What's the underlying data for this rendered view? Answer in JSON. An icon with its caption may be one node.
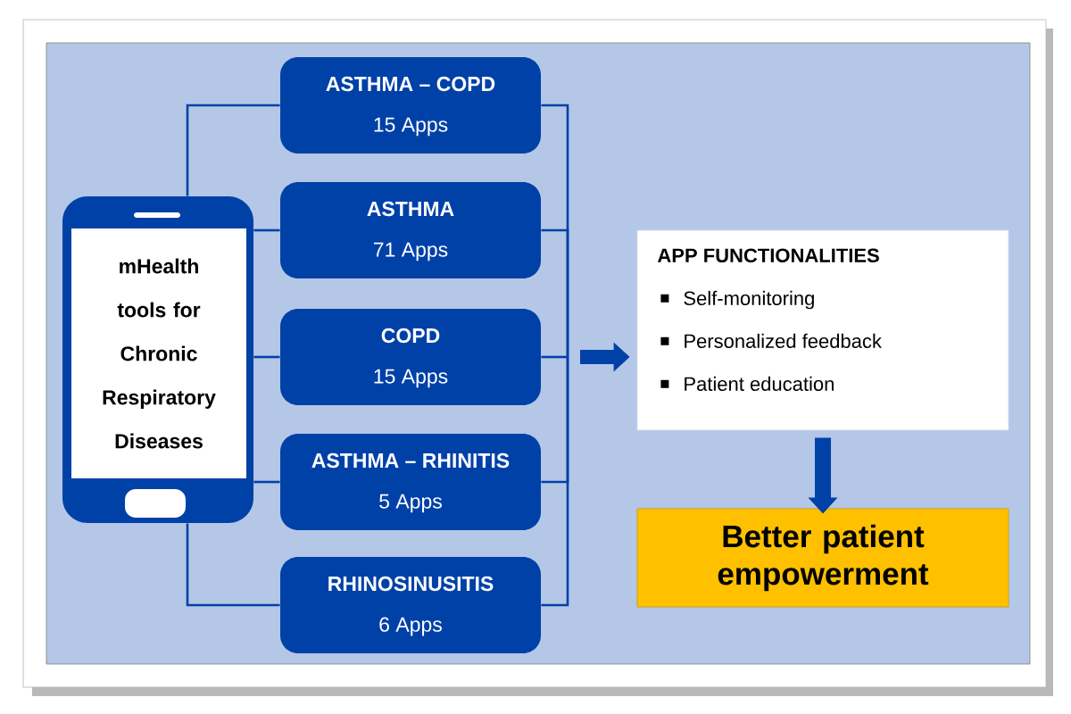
{
  "diagram": {
    "nodes": [
      {
        "text": [
          "mHealth tools for Chronic Respiratory Diseases"
        ]
      },
      {
        "text": [
          "ASTHMA – COPD",
          "15 Apps"
        ]
      },
      {
        "text": [
          "ASTHMA",
          "71 Apps"
        ]
      },
      {
        "text": [
          "COPD",
          "15 Apps"
        ]
      },
      {
        "text": [
          "ASTHMA – RHINITIS",
          "5 Apps"
        ]
      },
      {
        "text": [
          "RHINOSINUSITIS",
          "6 Apps"
        ]
      },
      {
        "text": [
          "APP FUNCTIONALITIES",
          "Self-monitoring",
          "Personalized feedback",
          "Patient education"
        ]
      },
      {
        "text": [
          "Better patient empowerment"
        ]
      }
    ],
    "edges": [
      {
        "from": 0,
        "to": 1,
        "arrow": "none"
      },
      {
        "from": 0,
        "to": 2,
        "arrow": "none"
      },
      {
        "from": 0,
        "to": 3,
        "arrow": "none"
      },
      {
        "from": 0,
        "to": 4,
        "arrow": "none"
      },
      {
        "from": 0,
        "to": 5,
        "arrow": "none"
      },
      {
        "from": 1,
        "to": 6,
        "arrow": "to"
      },
      {
        "from": 2,
        "to": 6,
        "arrow": "to"
      },
      {
        "from": 3,
        "to": 6,
        "arrow": "to",
        "style": "thick"
      },
      {
        "from": 4,
        "to": 6,
        "arrow": "to"
      },
      {
        "from": 5,
        "to": 6,
        "arrow": "to"
      },
      {
        "from": 6,
        "to": 7,
        "arrow": "to",
        "style": "thick"
      }
    ]
  }
}
